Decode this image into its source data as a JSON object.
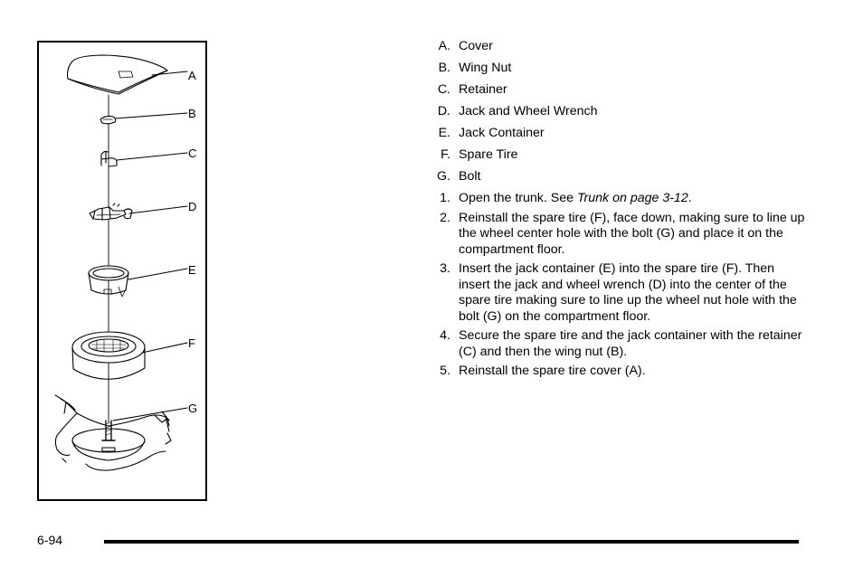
{
  "figure": {
    "callouts": [
      "A",
      "B",
      "C",
      "D",
      "E",
      "F",
      "G"
    ]
  },
  "parts": [
    {
      "marker": "A.",
      "text": "Cover"
    },
    {
      "marker": "B.",
      "text": "Wing Nut"
    },
    {
      "marker": "C.",
      "text": "Retainer"
    },
    {
      "marker": "D.",
      "text": "Jack and Wheel Wrench"
    },
    {
      "marker": "E.",
      "text": "Jack Container"
    },
    {
      "marker": "F.",
      "text": "Spare Tire"
    },
    {
      "marker": "G.",
      "text": "Bolt"
    }
  ],
  "steps": [
    {
      "marker": "1.",
      "text": "Open the trunk. See ",
      "ref": "Trunk on page 3-12",
      "after": "."
    },
    {
      "marker": "2.",
      "text": " Reinstall the spare tire (F), face down, making sure to line up the wheel center hole with the bolt (G) and place it on the compartment floor."
    },
    {
      "marker": "3.",
      "text": "Insert the jack container (E) into the spare tire (F). Then insert the jack and wheel wrench (D) into the center of the spare tire making sure to line up the wheel nut hole with the bolt (G) on the compartment floor."
    },
    {
      "marker": "4.",
      "text": "Secure the spare tire and the jack container with the retainer (C) and then the wing nut (B)."
    },
    {
      "marker": "5.",
      "text": "Reinstall the spare tire cover (A)."
    }
  ],
  "footer": {
    "page_number": "6-94"
  }
}
